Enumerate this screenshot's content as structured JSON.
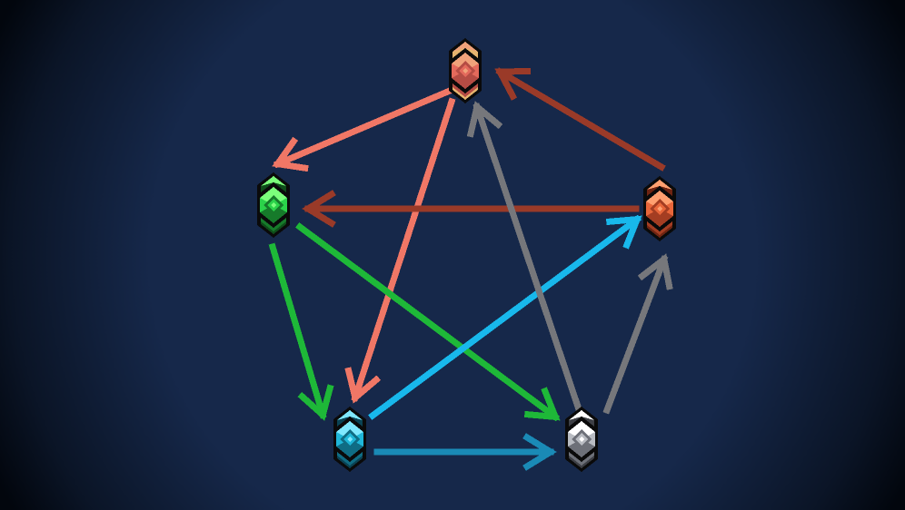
{
  "scene": {
    "background_center": "#16284a",
    "background_edge": "#02060d"
  },
  "nodes": [
    {
      "id": "top",
      "icon": "gem-top-icon",
      "colors": {
        "light": "#f0a27a",
        "mid": "#e46a5c",
        "dark": "#b54c44",
        "accent": "#e6b46e"
      }
    },
    {
      "id": "left",
      "icon": "gem-green-icon",
      "colors": {
        "light": "#7bff7b",
        "mid": "#2bd34a",
        "dark": "#167a2a",
        "accent": "#0e4d1a"
      }
    },
    {
      "id": "right",
      "icon": "gem-orange-icon",
      "colors": {
        "light": "#ffa070",
        "mid": "#e8663a",
        "dark": "#a43d22",
        "accent": "#6e2412"
      }
    },
    {
      "id": "bottom-left",
      "icon": "gem-cyan-icon",
      "colors": {
        "light": "#7fe8ff",
        "mid": "#1fb6d8",
        "dark": "#0f6c84",
        "accent": "#0a4253"
      }
    },
    {
      "id": "bottom-right",
      "icon": "gem-silver-icon",
      "colors": {
        "light": "#ffffff",
        "mid": "#b9bcc2",
        "dark": "#6d7078",
        "accent": "#3d3f45"
      }
    }
  ],
  "arrows": [
    {
      "from": "top",
      "to": "left",
      "color": "#f07766"
    },
    {
      "from": "top",
      "to": "bottom-left",
      "color": "#f07766"
    },
    {
      "from": "right",
      "to": "top",
      "color": "#9a3a28"
    },
    {
      "from": "right",
      "to": "left",
      "color": "#9a3a28"
    },
    {
      "from": "left",
      "to": "bottom-left",
      "color": "#1eb838"
    },
    {
      "from": "left",
      "to": "bottom-right",
      "color": "#1eb838"
    },
    {
      "from": "bottom-left",
      "to": "right",
      "color": "#18b8ec"
    },
    {
      "from": "bottom-left",
      "to": "bottom-right",
      "color": "#1a8ab6"
    },
    {
      "from": "bottom-right",
      "to": "top",
      "color": "#76777b"
    },
    {
      "from": "bottom-right",
      "to": "right",
      "color": "#76777b"
    }
  ]
}
